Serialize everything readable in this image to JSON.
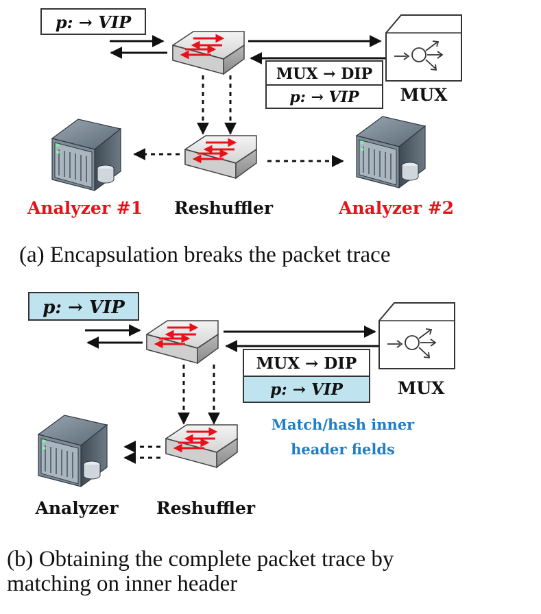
{
  "panel_a": {
    "pkt_label": "p: → VIP",
    "encap_outer": "MUX → DIP",
    "encap_inner": "p: → VIP",
    "mux_label": "MUX",
    "reshuffler_label": "Reshuffler",
    "analyzer1_label": "Analyzer #1",
    "analyzer2_label": "Analyzer #2",
    "caption": "(a) Encapsulation breaks the packet trace"
  },
  "panel_b": {
    "pkt_label": "p: → VIP",
    "encap_outer": "MUX → DIP",
    "encap_inner": "p: → VIP",
    "mux_label": "MUX",
    "reshuffler_label": "Reshuffler",
    "analyzer_label": "Analyzer",
    "note_line1": "Match/hash inner",
    "note_line2": "header fields",
    "caption_line1": "(b) Obtaining the complete packet trace by",
    "caption_line2": "matching on inner header"
  },
  "colors": {
    "analyzer_red": "#e8101a",
    "note_blue": "#1f7ec8",
    "highlight_fill": "#bfe3ef",
    "link": "#111111"
  },
  "icons": [
    "switch-icon",
    "server-icon",
    "mux-icon"
  ]
}
